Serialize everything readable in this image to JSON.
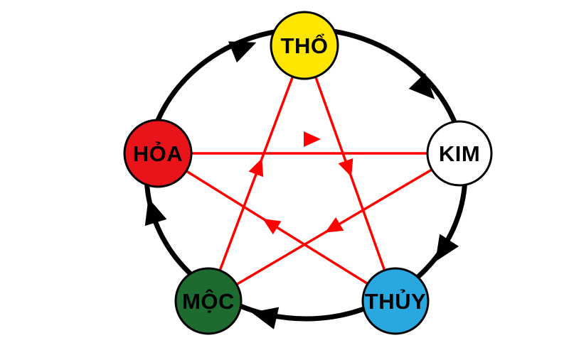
{
  "diagram": {
    "label_color": "#000000",
    "nodes": [
      {
        "id": "tho",
        "label": "THỔ",
        "color": "#ffe600"
      },
      {
        "id": "kim",
        "label": "KIM",
        "color": "#ffffff"
      },
      {
        "id": "thuy",
        "label": "THỦY",
        "color": "#29a8e0"
      },
      {
        "id": "moc",
        "label": "MỘC",
        "color": "#1d6b2f"
      },
      {
        "id": "hoa",
        "label": "HỎA",
        "color": "#e8141a"
      }
    ],
    "generating_cycle": {
      "color": "#000000",
      "direction": "clockwise",
      "order": [
        "THỔ",
        "KIM",
        "THỦY",
        "MỘC",
        "HỎA",
        "THỔ"
      ]
    },
    "overcoming_cycle": {
      "color": "#ff0000",
      "pairs": [
        [
          "MỘC",
          "THỔ"
        ],
        [
          "THỔ",
          "THỦY"
        ],
        [
          "THỦY",
          "HỎA"
        ],
        [
          "HỎA",
          "KIM"
        ],
        [
          "KIM",
          "MỘC"
        ]
      ]
    }
  }
}
